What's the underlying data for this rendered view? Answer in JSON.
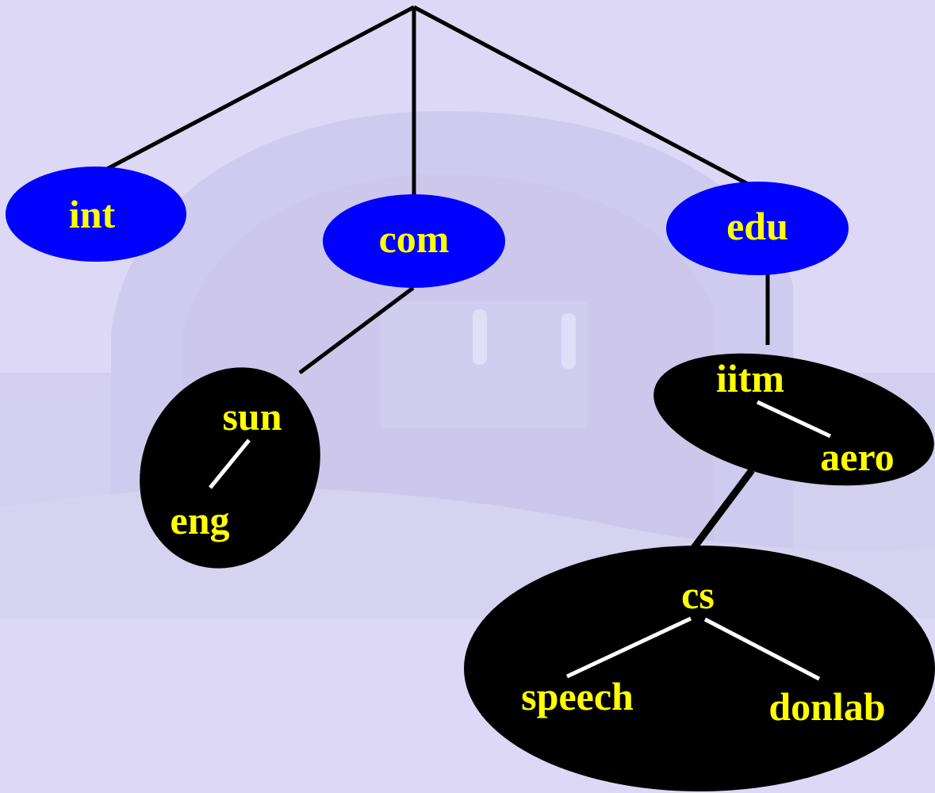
{
  "diagram": {
    "colors": {
      "background": "#dcd8f6",
      "top_level_node": "#0000ff",
      "zone_node": "#000000",
      "label": "#ffff00",
      "edge": "#000000",
      "inner_edge": "#ffffff"
    },
    "nodes": {
      "int": "int",
      "com": "com",
      "edu": "edu",
      "sun": "sun",
      "eng": "eng",
      "iitm": "iitm",
      "aero": "aero",
      "cs": "cs",
      "speech": "speech",
      "donlab": "donlab"
    },
    "edges": [
      [
        "root",
        "int"
      ],
      [
        "root",
        "com"
      ],
      [
        "root",
        "edu"
      ],
      [
        "com",
        "sun"
      ],
      [
        "sun",
        "eng"
      ],
      [
        "edu",
        "iitm"
      ],
      [
        "iitm",
        "aero"
      ],
      [
        "iitm",
        "cs"
      ],
      [
        "cs",
        "speech"
      ],
      [
        "cs",
        "donlab"
      ]
    ]
  }
}
